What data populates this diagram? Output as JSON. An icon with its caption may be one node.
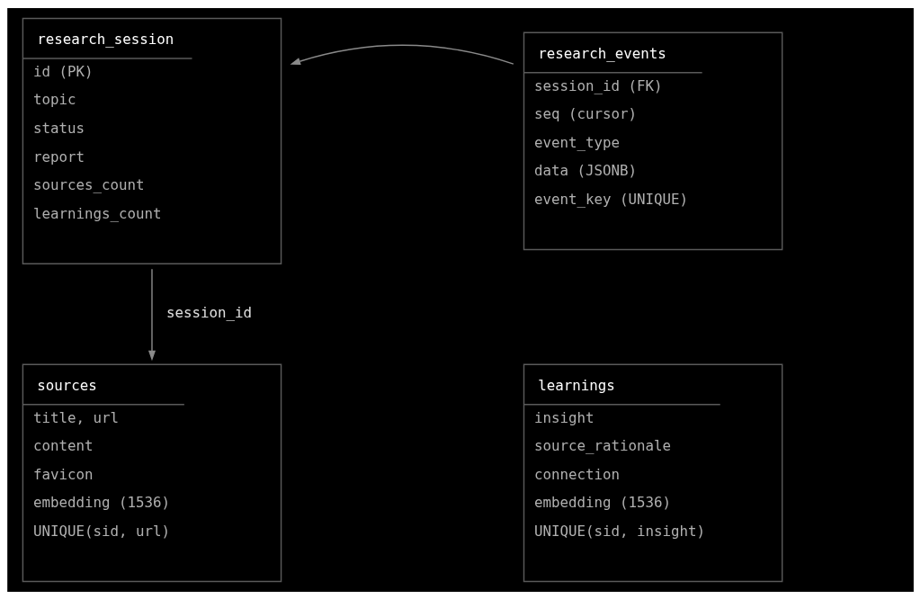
{
  "diagram": {
    "nodes": [
      {
        "text": [
          "research_session",
          "id (PK)",
          "topic",
          "status",
          "report",
          "sources_count",
          "learnings_count"
        ]
      },
      {
        "text": [
          "research_events",
          "session_id (FK)",
          "seq (cursor)",
          "event_type",
          "data (JSONB)",
          "event_key (UNIQUE)"
        ]
      },
      {
        "text": [
          "sources",
          "title, url",
          "content",
          "favicon",
          "embedding (1536)",
          "UNIQUE(sid, url)"
        ]
      },
      {
        "text": [
          "learnings",
          "insight",
          "source_rationale",
          "connection",
          "embedding (1536)",
          "UNIQUE(sid, insight)"
        ]
      }
    ],
    "edges": [
      {
        "from": 1,
        "to": 0,
        "arrow": "to"
      },
      {
        "from": 0,
        "to": 2,
        "arrow": "to",
        "label": "session_id"
      }
    ]
  }
}
